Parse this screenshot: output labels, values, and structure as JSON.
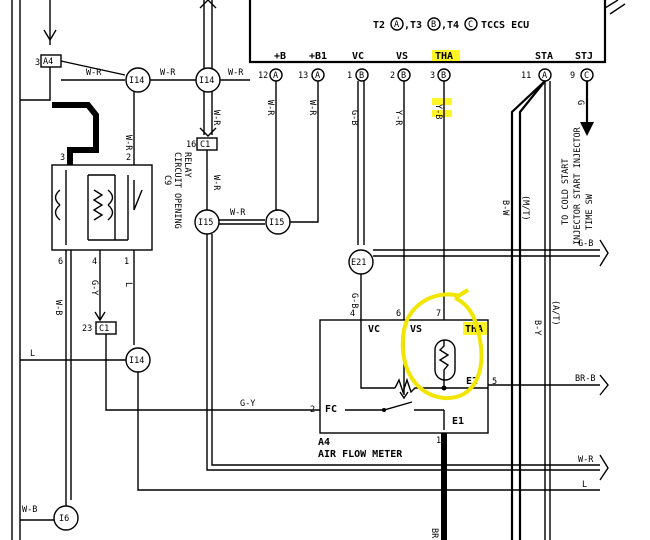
{
  "ecu": {
    "title": "TCCS ECU",
    "connectors": [
      "T2",
      "T3",
      "T4"
    ],
    "connector_codes": [
      "A",
      "B",
      "C"
    ],
    "pins": [
      {
        "name": "+B",
        "num": "12",
        "conn": "A"
      },
      {
        "name": "+B1",
        "num": "13",
        "conn": "A"
      },
      {
        "name": "VC",
        "num": "1",
        "conn": "B"
      },
      {
        "name": "VS",
        "num": "2",
        "conn": "B"
      },
      {
        "name": "THA",
        "num": "3",
        "conn": "B"
      },
      {
        "name": "STA",
        "num": "11",
        "conn": "A"
      },
      {
        "name": "STJ",
        "num": "9",
        "conn": "C"
      }
    ],
    "separators": [
      ",",
      ",",
      ","
    ]
  },
  "wire_colors": {
    "wr": "W-R",
    "gb": "G-B",
    "yr": "Y-R",
    "yb": "Y-B",
    "bw": "B-W",
    "mt": "(M/T)",
    "at": "(A/T)",
    "by": "B-Y",
    "g": "G",
    "gy": "G-Y",
    "l": "L",
    "wb": "W-B",
    "brb": "BR-B",
    "br": "BR"
  },
  "junctions": {
    "i14": "I14",
    "i15": "I15",
    "e21": "E21",
    "i6": "I6"
  },
  "connector_labels": {
    "a4": "A4",
    "c1": "C1"
  },
  "pin_numbers": {
    "p3": "3",
    "p16": "16",
    "p2": "2",
    "p6": "6",
    "p4": "4",
    "p1": "1",
    "p23": "23",
    "p7": "7",
    "p5": "5"
  },
  "relay": {
    "code": "C9",
    "name_line1": "CIRCUIT OPENING",
    "name_line2": "RELAY"
  },
  "meter": {
    "code": "A4",
    "name": "AIR FLOW METER",
    "terminals": {
      "vc": "VC",
      "vs": "VS",
      "tha": "THA",
      "e2": "E2",
      "e1": "E1",
      "fc": "FC"
    }
  },
  "destination": {
    "line1": "TO COLD START",
    "line2": "INJECTOR START INJECTOR",
    "line3": "TIME SW"
  },
  "colors": {
    "highlight": "#fff200",
    "ink": "#000000"
  }
}
